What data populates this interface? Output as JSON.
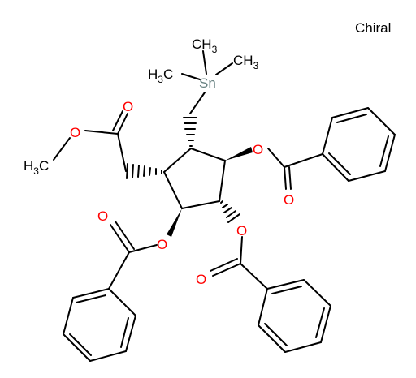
{
  "labels": {
    "chiral": "Chiral",
    "tin": "Sn",
    "methyl_formula_prefix": "CH",
    "methyl_formula_sub": "3",
    "h3c_prefix": "H",
    "h3c_sub": "3",
    "h3c_suffix": "C",
    "oxygen": "O"
  },
  "colors": {
    "bond": "#000000",
    "oxygen": "#ff0000",
    "tin": "#668080",
    "carbon_label": "#000000",
    "background": "#ffffff"
  }
}
